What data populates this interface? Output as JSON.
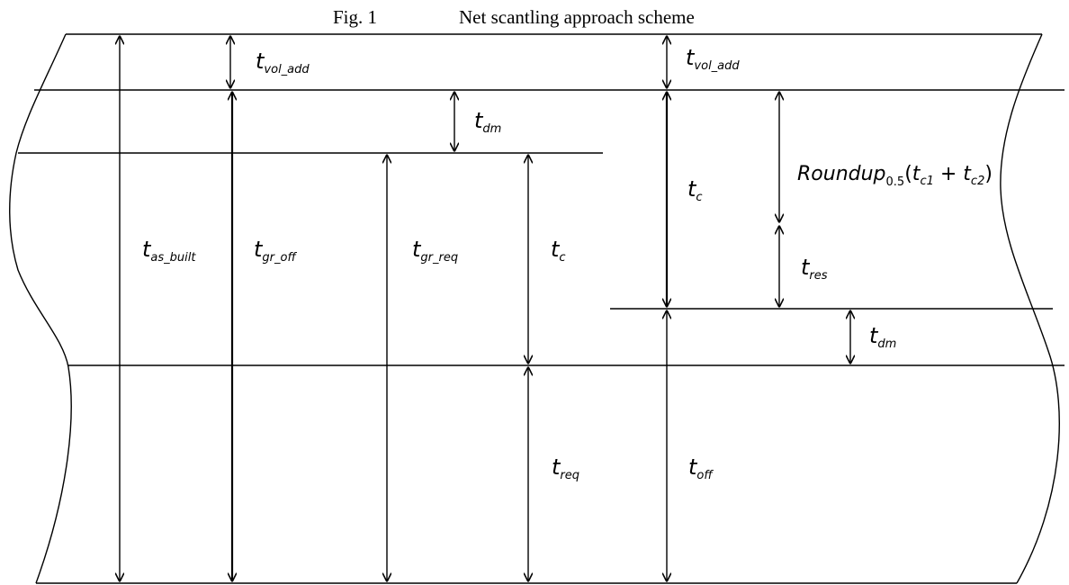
{
  "figure": {
    "fig_number": "Fig. 1",
    "caption": "Net scantling approach scheme"
  },
  "labels": {
    "t_vol_add_left": {
      "base": "t",
      "sub": "vol_add"
    },
    "t_vol_add_right": {
      "base": "t",
      "sub": "vol_add"
    },
    "t_dm_top": {
      "base": "t",
      "sub": "dm"
    },
    "t_dm_bottom": {
      "base": "t",
      "sub": "dm"
    },
    "t_as_built": {
      "base": "t",
      "sub": "as_built"
    },
    "t_gr_off": {
      "base": "t",
      "sub": "gr_off"
    },
    "t_gr_req": {
      "base": "t",
      "sub": "gr_req"
    },
    "t_c_left": {
      "base": "t",
      "sub": "c"
    },
    "t_c_right": {
      "base": "t",
      "sub": "c"
    },
    "t_req": {
      "base": "t",
      "sub": "req"
    },
    "t_off": {
      "base": "t",
      "sub": "off"
    },
    "t_res": {
      "base": "t",
      "sub": "res"
    },
    "roundup": {
      "func": "Roundup",
      "func_sub": "0.5",
      "open": "(",
      "t1": "t",
      "t1_sub": "c1",
      "plus": " + ",
      "t2": "t",
      "t2_sub": "c2",
      "close": ")"
    }
  }
}
